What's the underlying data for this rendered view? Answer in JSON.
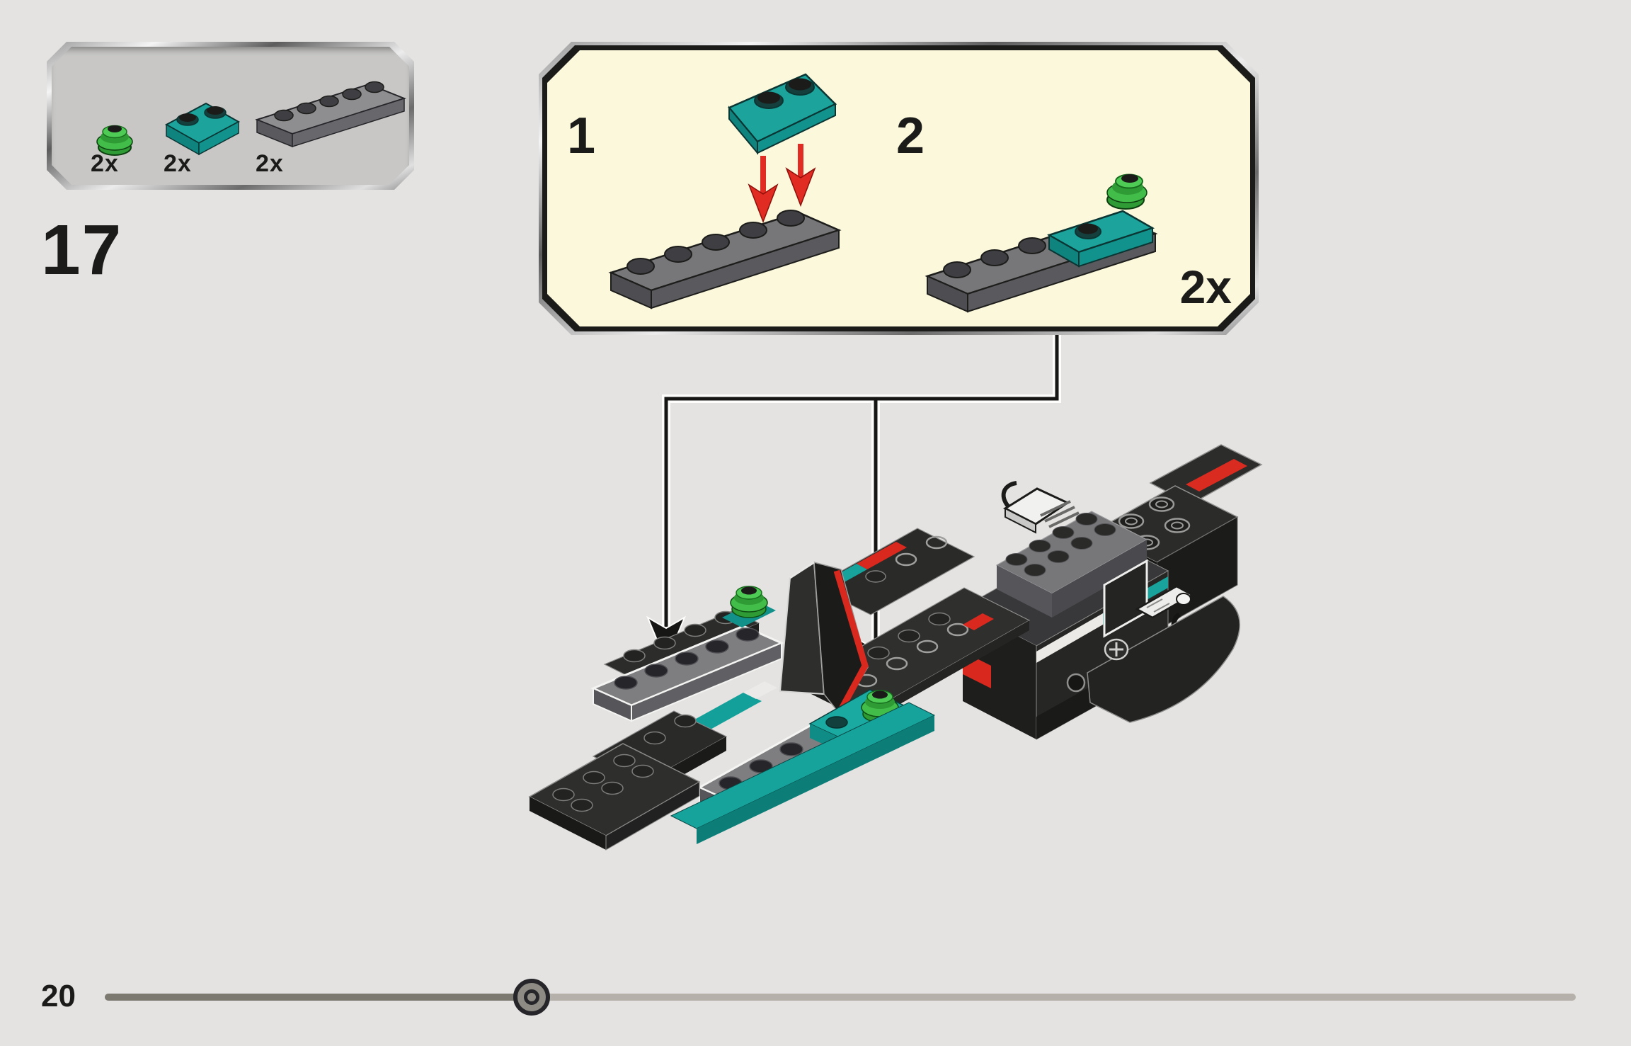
{
  "step": {
    "number": "17"
  },
  "parts_panel": {
    "parts": [
      {
        "quantity": "2x",
        "name": "plate-round-1x1-bright-green",
        "color": "#43bd49"
      },
      {
        "quantity": "2x",
        "name": "plate-1x2-dark-turquoise",
        "color": "#1ba39c"
      },
      {
        "quantity": "2x",
        "name": "plate-1x5-dark-bluish-gray",
        "color": "#77777a"
      }
    ]
  },
  "callout": {
    "substeps": [
      {
        "label": "1"
      },
      {
        "label": "2"
      }
    ],
    "quantity_label": "2x"
  },
  "footer": {
    "page_number": "20",
    "progress_fraction": 0.29
  },
  "palette": {
    "background": "#e4e3e1",
    "panel_fill": "#c8c7c5",
    "callout_fill": "#fcf8dc",
    "outline_black": "#161614",
    "teal": "#1ba39c",
    "green": "#43bd49",
    "red": "#e02c22",
    "gray_plate": "#77777a"
  }
}
